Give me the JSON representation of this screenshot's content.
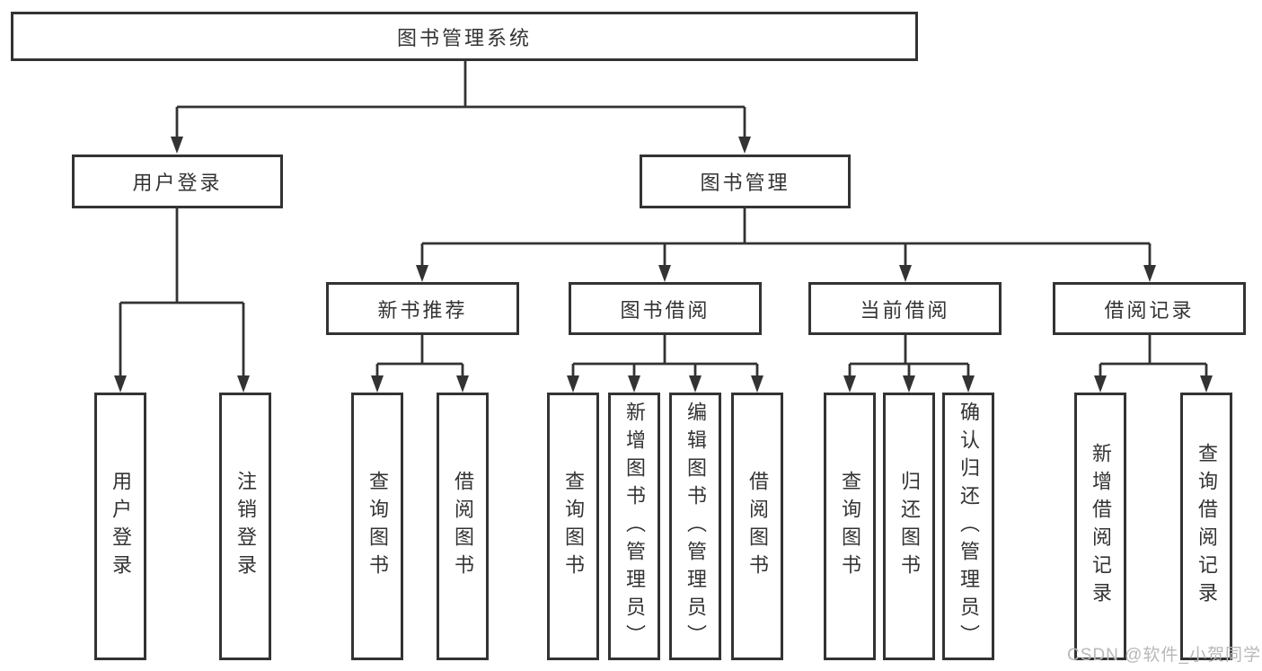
{
  "tree": {
    "label": "图书管理系统",
    "children": [
      {
        "label": "用户登录",
        "children": [
          {
            "label": "用户登录"
          },
          {
            "label": "注销登录"
          }
        ]
      },
      {
        "label": "图书管理",
        "children": [
          {
            "label": "新书推荐",
            "children": [
              {
                "label": "查询图书"
              },
              {
                "label": "借阅图书"
              }
            ]
          },
          {
            "label": "图书借阅",
            "children": [
              {
                "label": "查询图书"
              },
              {
                "label": "新增图书（管理员）"
              },
              {
                "label": "编辑图书（管理员）"
              },
              {
                "label": "借阅图书"
              }
            ]
          },
          {
            "label": "当前借阅",
            "children": [
              {
                "label": "查询图书"
              },
              {
                "label": "归还图书"
              },
              {
                "label": "确认归还（管理员）"
              }
            ]
          },
          {
            "label": "借阅记录",
            "children": [
              {
                "label": "新增借阅记录"
              },
              {
                "label": "查询借阅记录"
              }
            ]
          }
        ]
      }
    ]
  },
  "watermark": {
    "text": "CSDN @软件_小贺同学"
  },
  "colors": {
    "line": "#333333",
    "box_border": "#333333",
    "box_background": "#ffffff",
    "text": "#333333",
    "watermark": "#b8b8b8",
    "page_background": "#ffffff"
  }
}
